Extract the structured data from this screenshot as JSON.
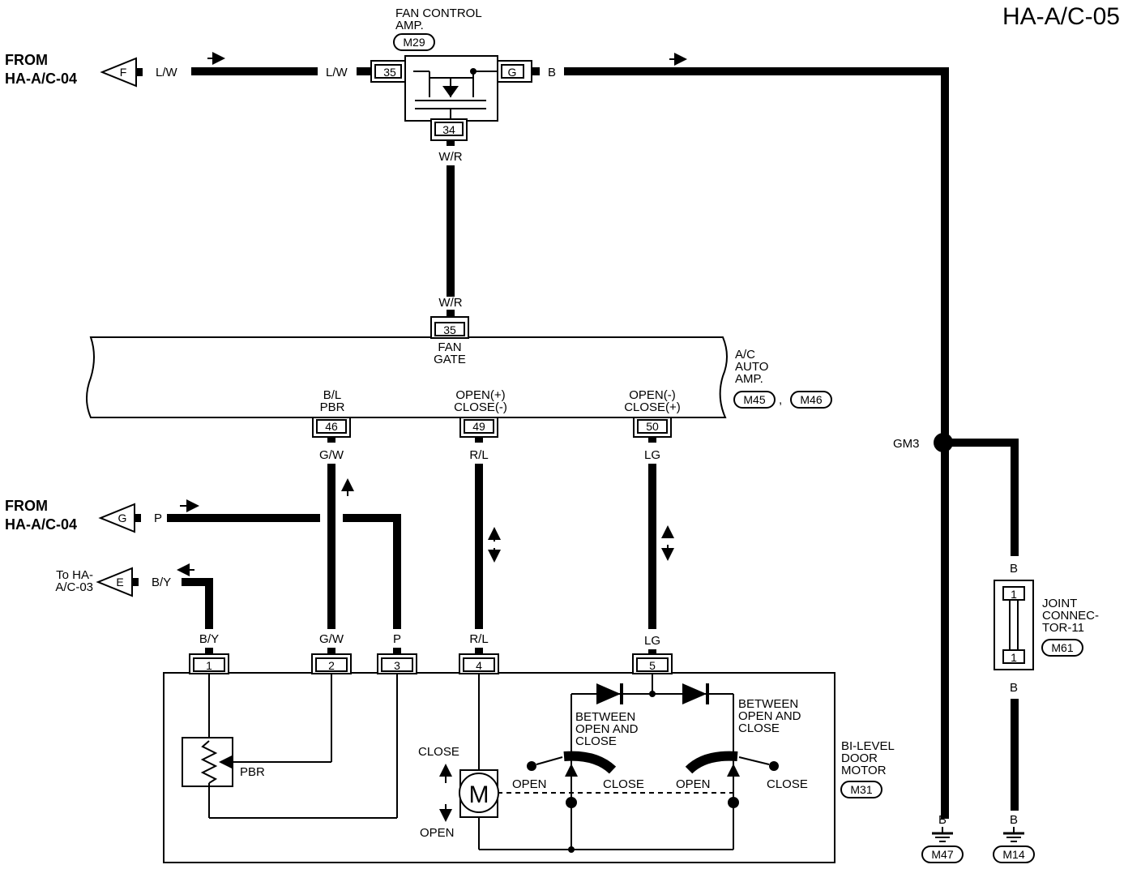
{
  "page_id": "HA-A/C-05",
  "from_f": {
    "line1": "FROM",
    "line2": "HA-A/C-04",
    "connector": "F",
    "wire": "L/W"
  },
  "from_g": {
    "line1": "FROM",
    "line2": "HA-A/C-04",
    "connector": "G",
    "wire": "P"
  },
  "to_e": {
    "line1": "To HA-",
    "line2": "A/C-03",
    "connector": "E",
    "wire": "B/Y"
  },
  "fan_amp": {
    "name1": "FAN CONTROL",
    "name2": "AMP.",
    "connector": "M29",
    "pin_in": "35",
    "pin_g": "G",
    "pin_out": "34",
    "wire_in": "L/W",
    "wire_ground": "B",
    "wire_out": "W/R"
  },
  "ac_amp": {
    "name1": "A/C",
    "name2": "AUTO",
    "name3": "AMP.",
    "conn1": "M45",
    "conn2": "M46",
    "sep": ",",
    "pin_fan": "35",
    "fan_label1": "FAN",
    "fan_label2": "GATE",
    "wire_fan": "W/R",
    "pin_pbr": "46",
    "pbr_label1": "B/L",
    "pbr_label2": "PBR",
    "wire_pbr": "G/W",
    "pin_open": "49",
    "open_label1": "OPEN(+)",
    "open_label2": "CLOSE(-)",
    "wire_open": "R/L",
    "pin_close": "50",
    "close_label1": "OPEN(-)",
    "close_label2": "CLOSE(+)",
    "wire_close": "LG"
  },
  "motor": {
    "name1": "BI-LEVEL",
    "name2": "DOOR",
    "name3": "MOTOR",
    "connector": "M31",
    "pins": [
      "1",
      "2",
      "3",
      "4",
      "5"
    ],
    "wires": [
      "B/Y",
      "G/W",
      "P",
      "R/L",
      "LG"
    ],
    "pbr": "PBR",
    "m": "M",
    "close": "CLOSE",
    "open": "OPEN",
    "between1": "BETWEEN",
    "between2": "OPEN AND",
    "between3": "CLOSE"
  },
  "splice": {
    "label": "GM3"
  },
  "joint": {
    "name1": "JOINT",
    "name2": "CONNEC-",
    "name3": "TOR-11",
    "connector": "M61",
    "pin_top": "1",
    "pin_bottom": "1",
    "wire_top": "B",
    "wire_bottom": "B"
  },
  "grounds": [
    {
      "wire": "B",
      "connector": "M47"
    },
    {
      "wire": "B",
      "connector": "M14"
    }
  ]
}
